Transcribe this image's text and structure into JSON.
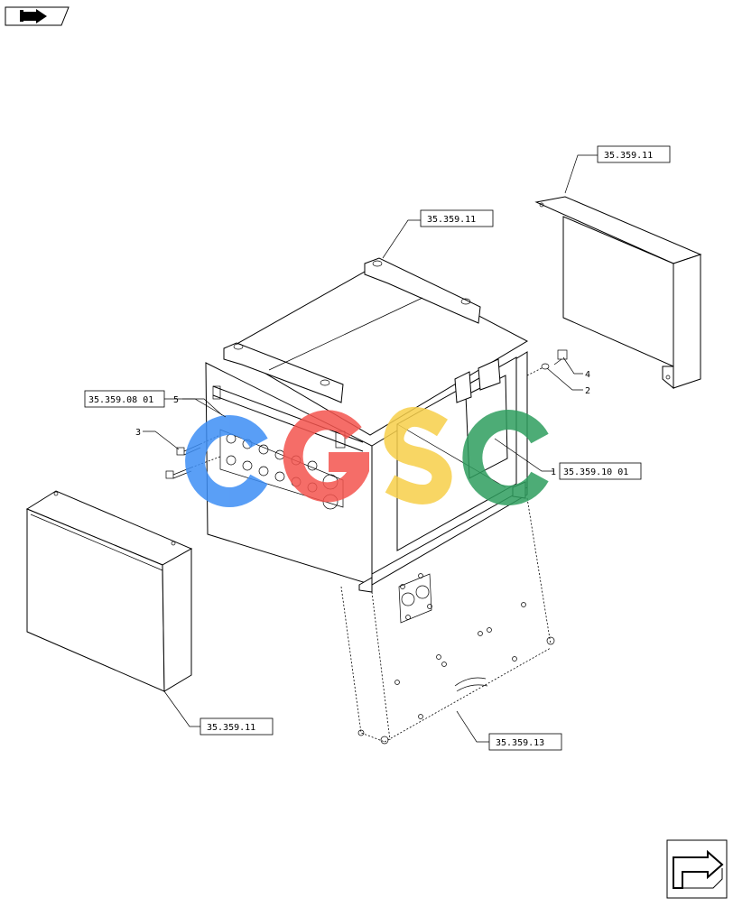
{
  "refs": {
    "r1": "35.359.11",
    "r2": "35.359.11",
    "r3": "35.359.08 01",
    "r4": "35.359.10 01",
    "r5": "35.359.11",
    "r6": "35.359.13"
  },
  "items": {
    "i1": "1",
    "i2": "2",
    "i3": "3",
    "i4": "4",
    "i5": "5"
  },
  "watermark": {
    "letters": [
      "C",
      "G",
      "S",
      "C"
    ],
    "colors": [
      "#3d8ef5",
      "#f4544e",
      "#f7cf4a",
      "#2f9e5f"
    ]
  },
  "nav": {
    "prev_icon": "previous-page-icon",
    "next_icon": "next-page-icon"
  }
}
